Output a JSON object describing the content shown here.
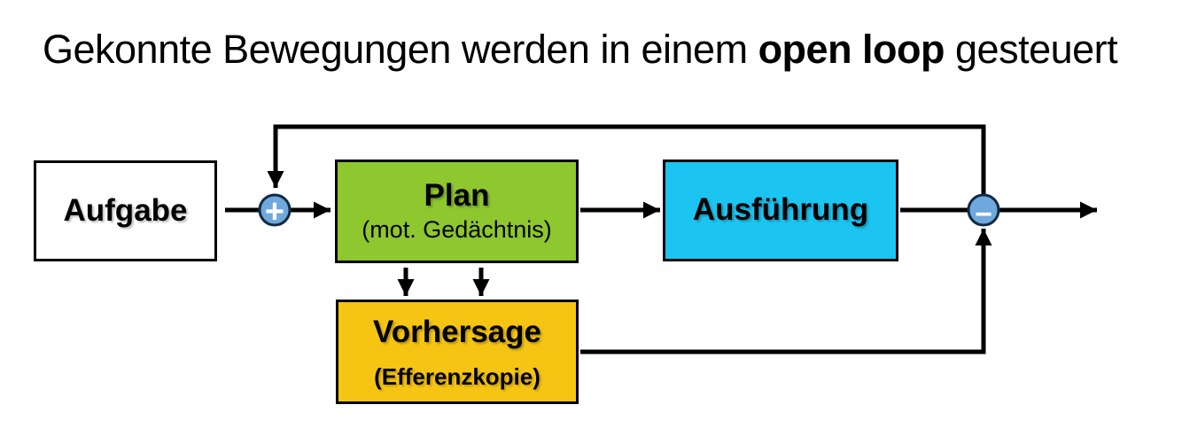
{
  "title": {
    "text_before": "Gekonnte Bewegungen werden in einem ",
    "emphasis": "open loop",
    "text_after": " gesteuert"
  },
  "nodes": {
    "aufgabe": {
      "label": "Aufgabe",
      "fill": "#FFFFFF"
    },
    "plan": {
      "label": "Plan",
      "sublabel": "(mot. Gedächtnis)",
      "fill": "#8EC72E"
    },
    "ausfuehrung": {
      "label": "Ausführung",
      "fill": "#1CC5F1"
    },
    "vorhersage": {
      "label": "Vorhersage",
      "sublabel": "(Efferenzkopie)",
      "fill": "#F6C513"
    }
  },
  "junctions": {
    "plus": {
      "symbol": "+",
      "fill": "#6FA8DC",
      "border": "#102A43"
    },
    "minus": {
      "symbol": "−",
      "fill": "#6FA8DC",
      "border": "#102A43"
    }
  },
  "colors": {
    "connector": "#000000",
    "background": "#FFFFFF"
  }
}
